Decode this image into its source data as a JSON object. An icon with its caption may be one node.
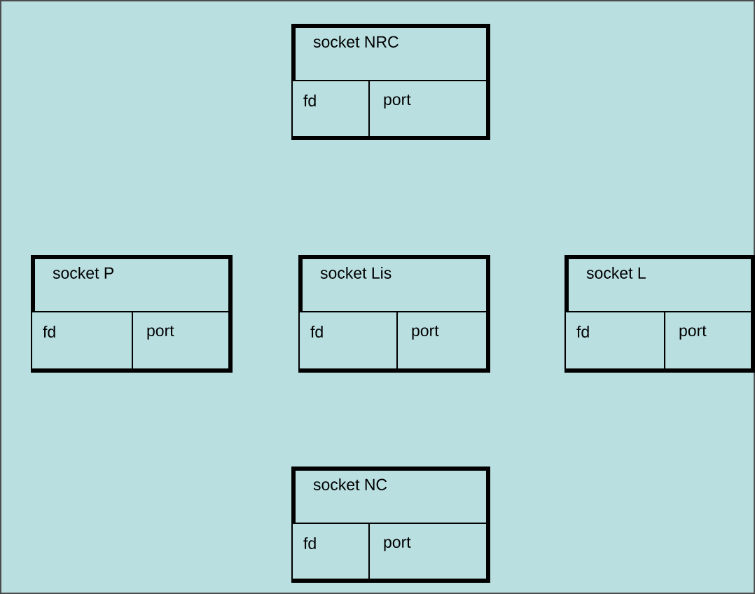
{
  "diagram": {
    "nodes": [
      {
        "text": [
          "socket NRC"
        ]
      },
      {
        "text": [
          "fd"
        ],
        "in": 0
      },
      {
        "text": [
          "port"
        ],
        "in": 0
      },
      {
        "text": [
          "socket P"
        ]
      },
      {
        "text": [
          "fd"
        ],
        "in": 3
      },
      {
        "text": [
          "port"
        ],
        "in": 3
      },
      {
        "text": [
          "socket Lis"
        ]
      },
      {
        "text": [
          "fd"
        ],
        "in": 6
      },
      {
        "text": [
          "port"
        ],
        "in": 6
      },
      {
        "text": [
          "socket L"
        ]
      },
      {
        "text": [
          "fd"
        ],
        "in": 9
      },
      {
        "text": [
          "port"
        ],
        "in": 9
      },
      {
        "text": [
          "socket NC"
        ]
      },
      {
        "text": [
          "fd"
        ],
        "in": 12
      },
      {
        "text": [
          "port"
        ],
        "in": 12
      }
    ]
  }
}
